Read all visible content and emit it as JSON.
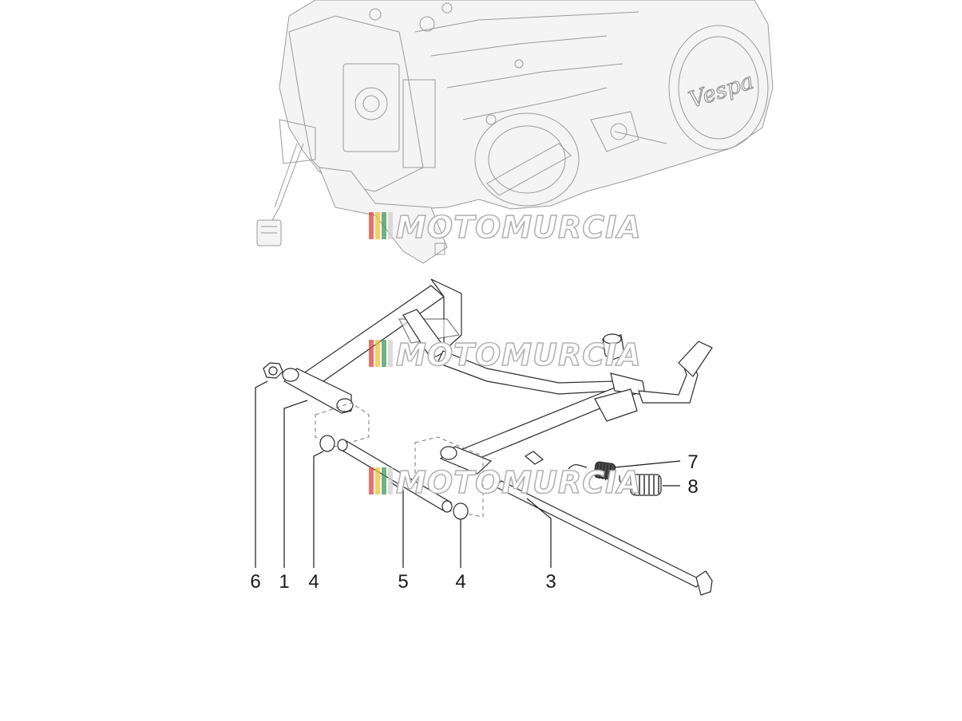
{
  "watermark": {
    "text": "MOTOMURCIA",
    "stripe_colors": [
      "#d9453c",
      "#f2c230",
      "#3f9a5a",
      "#e8e8e8"
    ]
  },
  "engine_logo": {
    "text": "Vespa"
  },
  "callouts": [
    {
      "id": "6",
      "label": "6"
    },
    {
      "id": "1",
      "label": "1"
    },
    {
      "id": "4a",
      "label": "4"
    },
    {
      "id": "5",
      "label": "5"
    },
    {
      "id": "4b",
      "label": "4"
    },
    {
      "id": "3",
      "label": "3"
    },
    {
      "id": "7",
      "label": "7"
    },
    {
      "id": "8",
      "label": "8"
    }
  ]
}
